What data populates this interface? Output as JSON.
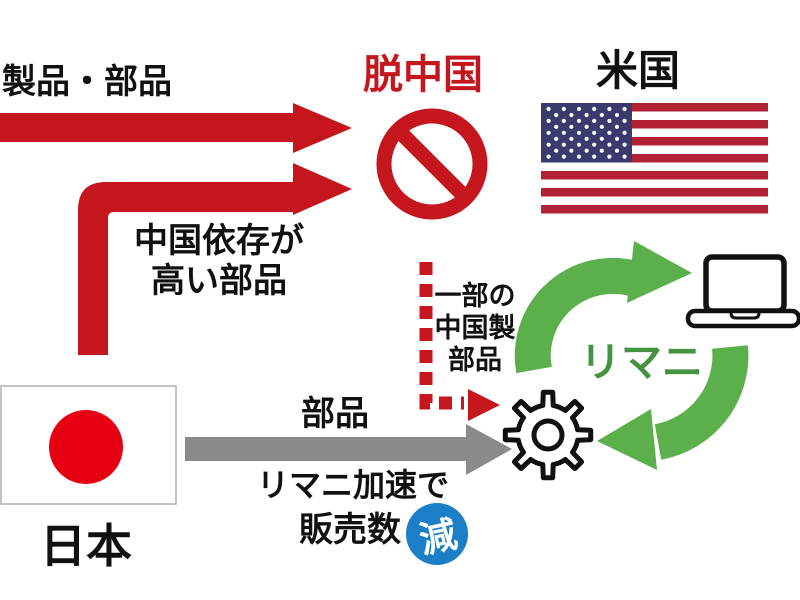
{
  "labels": {
    "products_parts": "製品・部品",
    "de_china": "脱中国",
    "usa": "米国",
    "china_dependent": [
      "中国依存が",
      "高い部品"
    ],
    "japan": "日本",
    "parts": "部品",
    "some_chinese_parts": [
      "一部の",
      "中国製",
      "部品"
    ],
    "remani": "リマニ",
    "remani_accel": [
      "リマニ加速で",
      "販売数"
    ],
    "decrease": "減"
  },
  "colors": {
    "arrow_red": "#c5161d",
    "text_black": "#111111",
    "japan_sun_red": "#e60012",
    "us_flag_red": "#b22234",
    "us_flag_navy": "#3b3a6c",
    "green_arrow": "#5bb04c",
    "remani_green": "#459240",
    "gray_arrow": "#8a8a8a",
    "decrease_blue": "#1b7ec6",
    "icon_black": "#111111"
  },
  "icons": {
    "prohibition": "no-entry-sign",
    "us_flag": "usa-flag",
    "japan_flag": "japan-flag",
    "laptop": "laptop",
    "gear": "gear",
    "green_cycle": "recycle-cycle-arrows",
    "decrease_badge": "blue-decrease-circle"
  }
}
